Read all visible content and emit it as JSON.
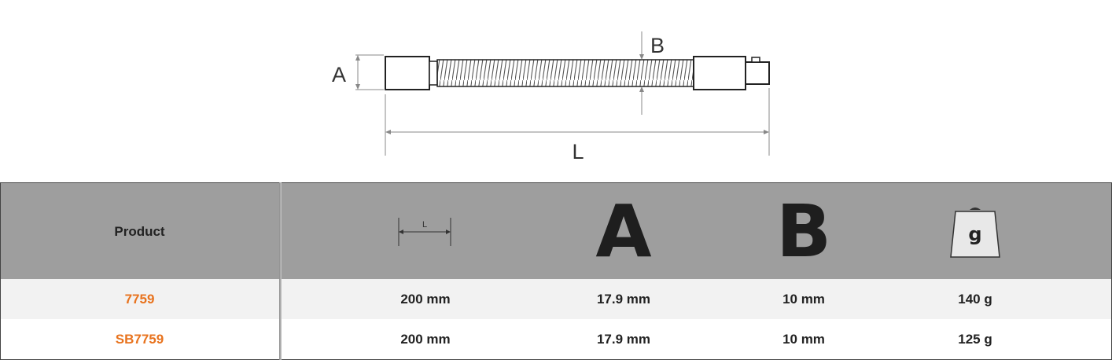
{
  "diagram": {
    "label_a": "A",
    "label_b": "B",
    "label_l": "L"
  },
  "table": {
    "header": {
      "product": "Product",
      "length_icon_label": "L",
      "col_a": "A",
      "col_b": "B",
      "weight_icon_label": "g"
    },
    "rows": [
      {
        "product": "7759",
        "length": "200 mm",
        "a": "17.9 mm",
        "b": "10 mm",
        "weight": "140 g"
      },
      {
        "product": "SB7759",
        "length": "200 mm",
        "a": "17.9 mm",
        "b": "10 mm",
        "weight": "125 g"
      }
    ]
  },
  "colors": {
    "header_bg": "#9e9e9e",
    "product_text": "#e8731e",
    "row_alt_bg": "#f2f2f2"
  }
}
